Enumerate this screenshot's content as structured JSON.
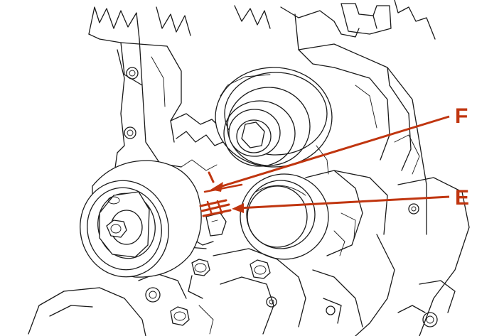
{
  "diagram": {
    "callouts": [
      {
        "id": "F",
        "label": "F"
      },
      {
        "id": "E",
        "label": "E"
      }
    ],
    "colors": {
      "callout": "#c0350f",
      "linework": "#1a1a1a",
      "background": "#ffffff"
    }
  }
}
